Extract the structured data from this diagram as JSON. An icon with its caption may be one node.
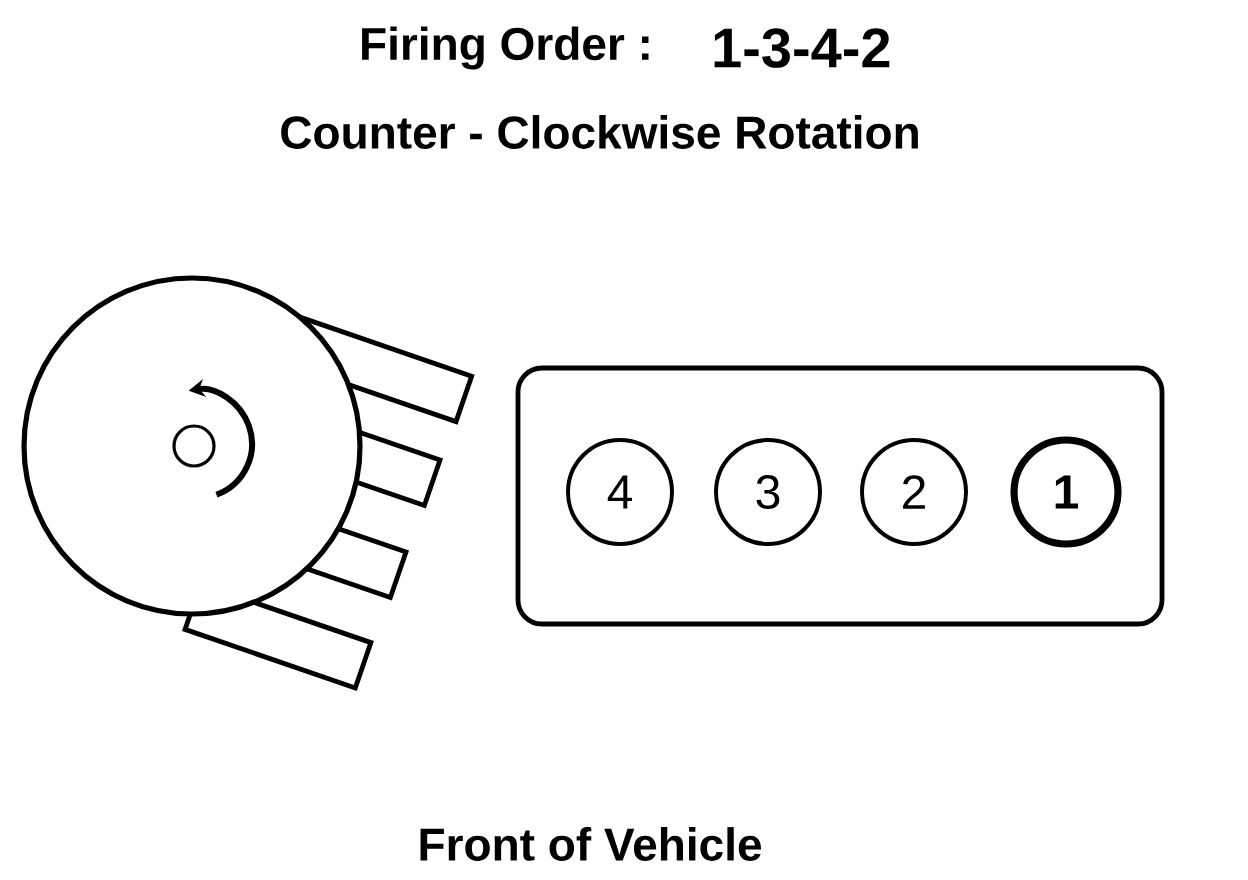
{
  "diagram": {
    "title": "Firing Order :",
    "nodes": [
      {
        "text": [],
        "shape": "box"
      },
      {
        "text": [
          "4"
        ],
        "in": 0
      },
      {
        "text": [
          "3"
        ],
        "in": 0
      },
      {
        "text": [
          "2"
        ],
        "in": 0
      },
      {
        "text": [
          "1"
        ],
        "in": 0
      }
    ],
    "labels": [
      "1-3-4-2",
      "Counter - Clockwise Rotation",
      "Front of Vehicle"
    ]
  }
}
